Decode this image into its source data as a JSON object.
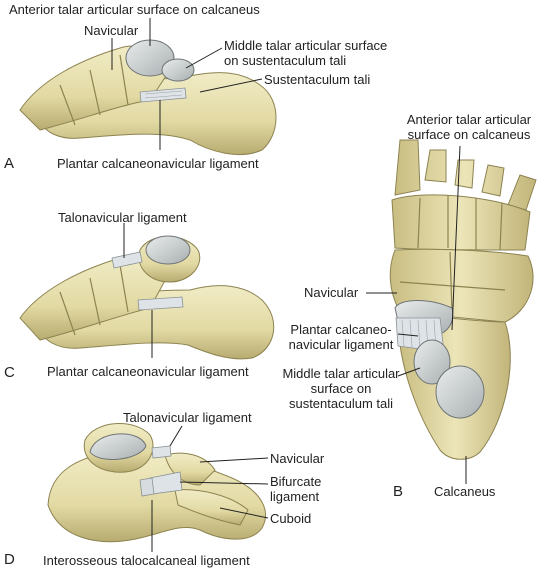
{
  "panels": {
    "a": {
      "letter": "A",
      "labels": {
        "anterior_talar": "Anterior talar articular surface on calcaneus",
        "navicular": "Navicular",
        "middle_talar_line1": "Middle talar articular surface",
        "middle_talar_line2": "on sustentaculum tali",
        "sustentaculum": "Sustentaculum tali",
        "plantar_lig": "Plantar calcaneonavicular ligament"
      }
    },
    "b": {
      "letter": "B",
      "labels": {
        "anterior_talar_line1": "Anterior talar articular",
        "anterior_talar_line2": "surface on calcaneus",
        "navicular": "Navicular",
        "plantar_line1": "Plantar calcaneo-",
        "plantar_line2": "navicular ligament",
        "middle_line1": "Middle talar articular",
        "middle_line2": "surface on",
        "middle_line3": "sustentaculum tali",
        "calcaneus": "Calcaneus"
      }
    },
    "c": {
      "letter": "C",
      "labels": {
        "talonavicular": "Talonavicular ligament",
        "plantar_lig": "Plantar calcaneonavicular ligament"
      }
    },
    "d": {
      "letter": "D",
      "labels": {
        "talonavicular": "Talonavicular ligament",
        "navicular": "Navicular",
        "bifurcate_line1": "Bifurcate",
        "bifurcate_line2": "ligament",
        "cuboid": "Cuboid",
        "interosseous": "Interosseous talocalcaneal ligament"
      }
    }
  },
  "colors": {
    "bone": "#e6dfae",
    "bone_shadow": "#b9ad73",
    "cartilage": "#c9cfcf",
    "ligament": "#dde3e6",
    "leader": "#222222"
  }
}
